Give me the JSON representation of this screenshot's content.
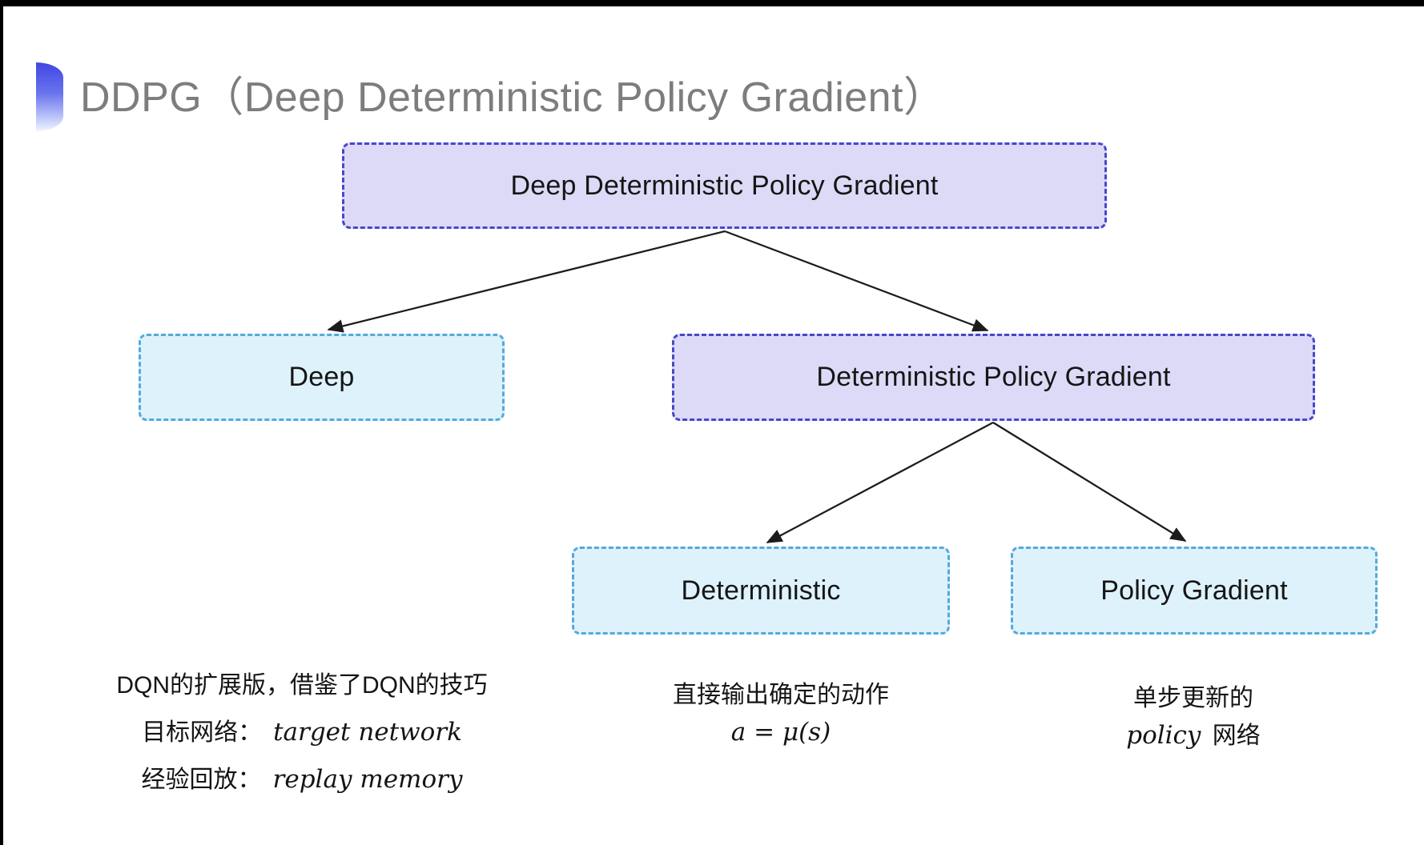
{
  "title": {
    "text": "DDPG（Deep Deterministic Policy Gradient）",
    "bullet_icon": "half-circle-gradient-bullet",
    "color": "#7d7d7d"
  },
  "tree": {
    "root": {
      "label": "Deep Deterministic Policy Gradient",
      "variant": "purple"
    },
    "children": [
      {
        "label": "Deep",
        "variant": "cyan"
      },
      {
        "label": "Deterministic Policy Gradient",
        "variant": "purple"
      }
    ],
    "grandchildren": [
      {
        "label": "Deterministic",
        "variant": "cyan"
      },
      {
        "label": "Policy Gradient",
        "variant": "cyan"
      }
    ]
  },
  "notes": {
    "deep": {
      "line1": "DQN的扩展版，借鉴了DQN的技巧",
      "line2_label": "目标网络：",
      "line2_term": "target network",
      "line3_label": "经验回放：",
      "line3_term": "replay memory"
    },
    "deterministic": {
      "line1": "直接输出确定的动作",
      "formula": "a = μ(s)"
    },
    "policy_gradient": {
      "line1": "单步更新的",
      "term": "policy",
      "suffix": " 网络"
    }
  },
  "colors": {
    "purple_fill": "#dcdaf7",
    "purple_border": "#4947ca",
    "cyan_fill": "#def2fb",
    "cyan_border": "#55a9db",
    "arrow": "#1c1c1c",
    "title_gray": "#7d7d7d",
    "bullet_blue": "#3f46e2"
  }
}
